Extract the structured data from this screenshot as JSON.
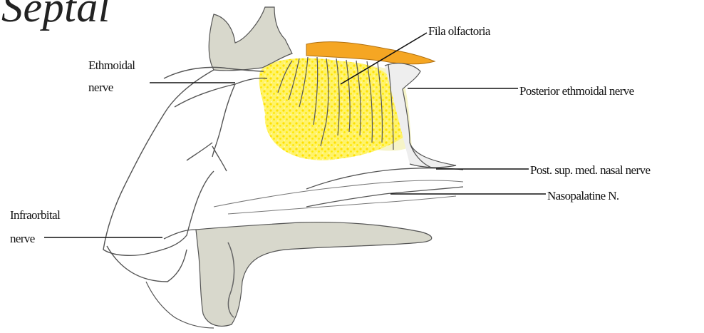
{
  "figure": {
    "title": "Septal",
    "labels": {
      "fila_olfactoria": "Fila olfactoria",
      "ethmoidal_line1": "Ethmoidal",
      "ethmoidal_line2": "nerve",
      "posterior_ethmoidal": "Posterior ethmoidal nerve",
      "post_sup_med_nasal": "Post. sup. med. nasal nerve",
      "nasopalatine": "Nasopalatine N.",
      "infraorbital_line1": "Infraorbital",
      "infraorbital_line2": "nerve"
    }
  },
  "colors": {
    "bone_fill": "#d8d8cc",
    "outline": "#555555",
    "olfactory_yellow": "#ffee00",
    "cribriform_orange": "#f5a623",
    "pale_region": "#f6f4c8",
    "leader_line": "#111111"
  }
}
